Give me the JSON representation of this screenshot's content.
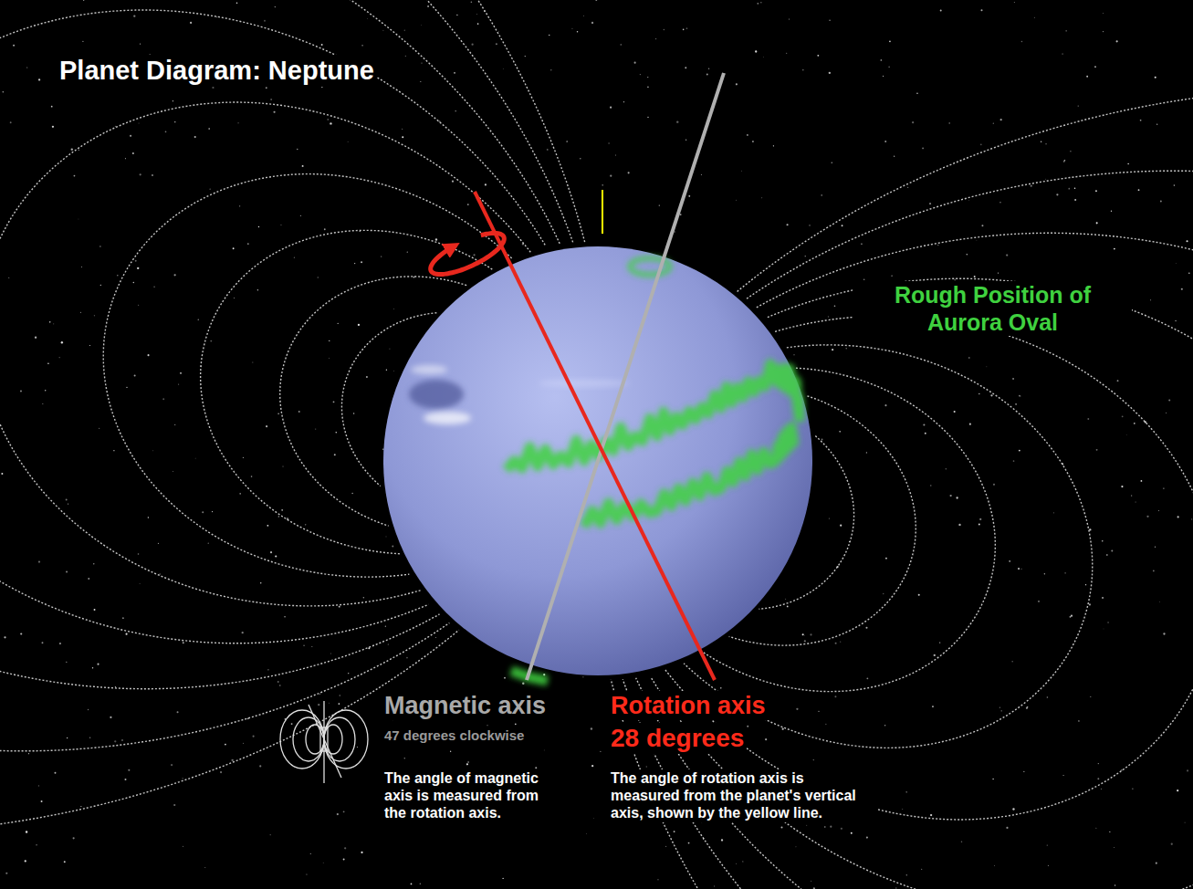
{
  "diagram": {
    "title": "Planet Diagram: Neptune",
    "labels": [
      "Rough Position of Aurora Oval",
      "Magnetic axis",
      "47 degrees clockwise",
      "Rotation axis",
      "28 degrees",
      "The angle of magnetic axis is measured from the rotation axis.",
      "The angle of rotation axis is measured from the planet's vertical axis, shown by the yellow line."
    ]
  }
}
